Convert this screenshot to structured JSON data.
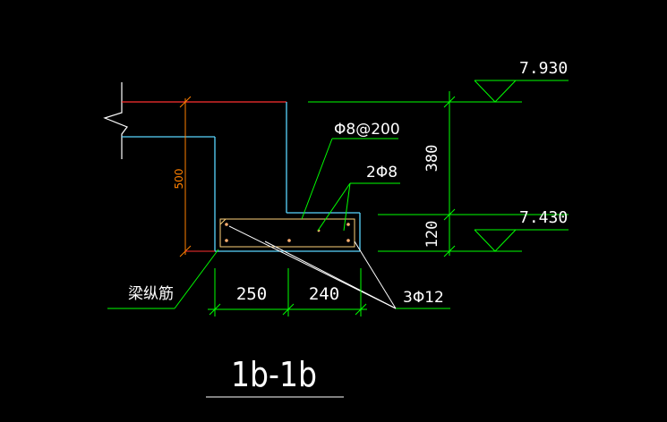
{
  "section_title": "1b-1b",
  "elevations": {
    "top": "7.930",
    "bottom": "7.430"
  },
  "dimensions": {
    "overall_height": "500",
    "upper_height": "380",
    "lower_height": "120",
    "left_width": "250",
    "right_width": "240"
  },
  "rebar_labels": {
    "stirrup": "Φ8@200",
    "top_bars": "2Φ8",
    "bottom_bars": "3Φ12",
    "beam_longitudinal": "梁纵筋"
  },
  "colors": {
    "background": "#000000",
    "outline_cyan": "#5ad6ff",
    "dimension_green": "#00ff00",
    "leader_white": "#ffffff",
    "red_line": "#ff3030",
    "orange": "#ff8000",
    "rebar_yellow": "#ffd27a"
  }
}
